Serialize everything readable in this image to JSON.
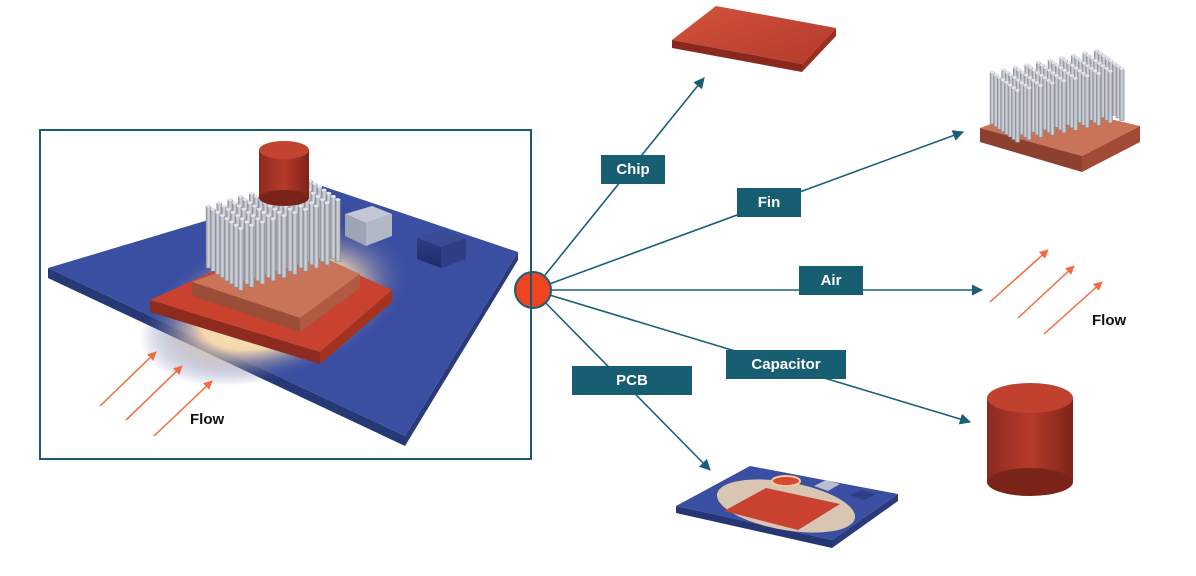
{
  "labels": {
    "chip": "Chip",
    "fin": "Fin",
    "air": "Air",
    "capacitor": "Capacitor",
    "pcb": "PCB"
  },
  "flow_main": "Flow",
  "flow_air": "Flow",
  "colors": {
    "label_bg": "#175e73",
    "connector": "#1a5f75",
    "hub": "#f0431f",
    "board_blue": "#3a4ea0",
    "hot_red": "#c0392b",
    "flow_arrow": "#f36b3c",
    "fin_gray": "#b8bcc6"
  }
}
